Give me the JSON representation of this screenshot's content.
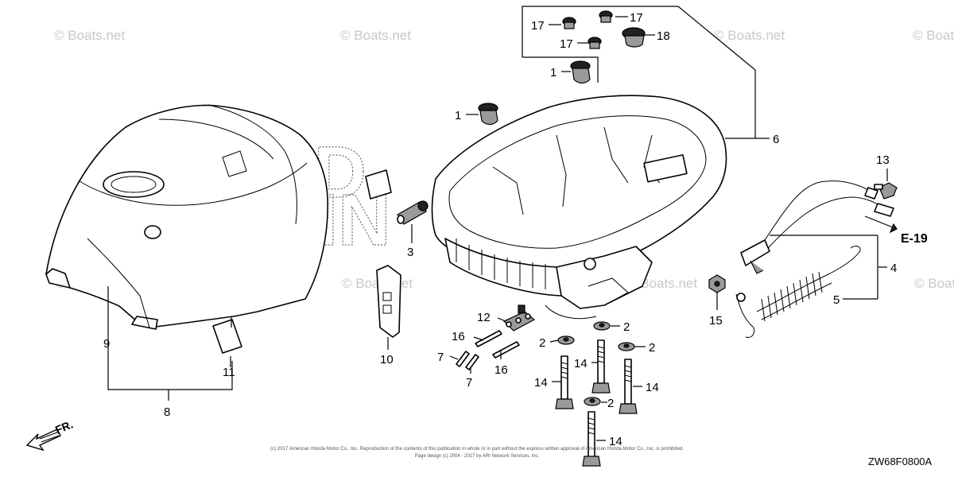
{
  "watermarks": [
    "© Boats.net",
    "© Boats.net",
    "© Boats.net",
    "© Boats.net",
    "© Boats.net",
    "© Boats.net",
    "© Boats.net",
    "© Boats.net"
  ],
  "brand_text": {
    "line1": "HOND",
    "line2": "MARIN"
  },
  "callouts": {
    "n1a": "1",
    "n1b": "1",
    "n2a": "2",
    "n2b": "2",
    "n2c": "2",
    "n2d": "2",
    "n3": "3",
    "n4": "4",
    "n5": "5",
    "n6": "6",
    "n7a": "7",
    "n7b": "7",
    "n8": "8",
    "n9": "9",
    "n10": "10",
    "n11": "11",
    "n12": "12",
    "n13": "13",
    "n14a": "14",
    "n14b": "14",
    "n14c": "14",
    "n14d": "14",
    "n15": "15",
    "n16a": "16",
    "n16b": "16",
    "n17a": "17",
    "n17b": "17",
    "n17c": "17",
    "n18": "18"
  },
  "reference": "E-19",
  "front_marker": "FR.",
  "diagram_code": "ZW68F0800A",
  "copyright_line1": "(c) 2017 American Honda Motor Co., Inc. Reproduction of the contents of this publication in whole or in part without the express written approval of American Honda Motor Co., Inc. is prohibited.",
  "copyright_line2": "Page design (c) 2004 - 2017 by ARI Network Services, Inc."
}
